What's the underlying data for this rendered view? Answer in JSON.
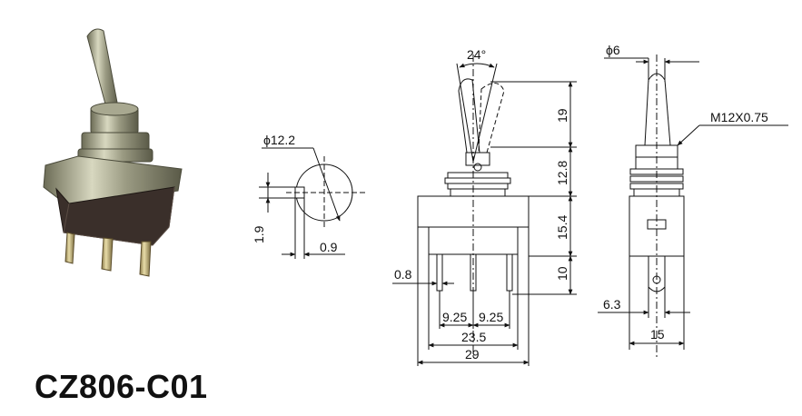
{
  "model": "CZ806-C01",
  "dims": {
    "phi_head": "ϕ12.2",
    "d_1_9": "1.9",
    "d_0_9": "0.9",
    "angle": "24°",
    "d_19": "19",
    "d_12_8": "12.8",
    "d_15_4": "15.4",
    "d_10": "10",
    "d_0_8": "0.8",
    "d_9_25_a": "9.25",
    "d_9_25_b": "9.25",
    "d_23_5": "23.5",
    "d_29": "29",
    "phi_lever": "ϕ6",
    "thread": "M12X0.75",
    "d_6_3": "6.3",
    "d_15": "15"
  }
}
